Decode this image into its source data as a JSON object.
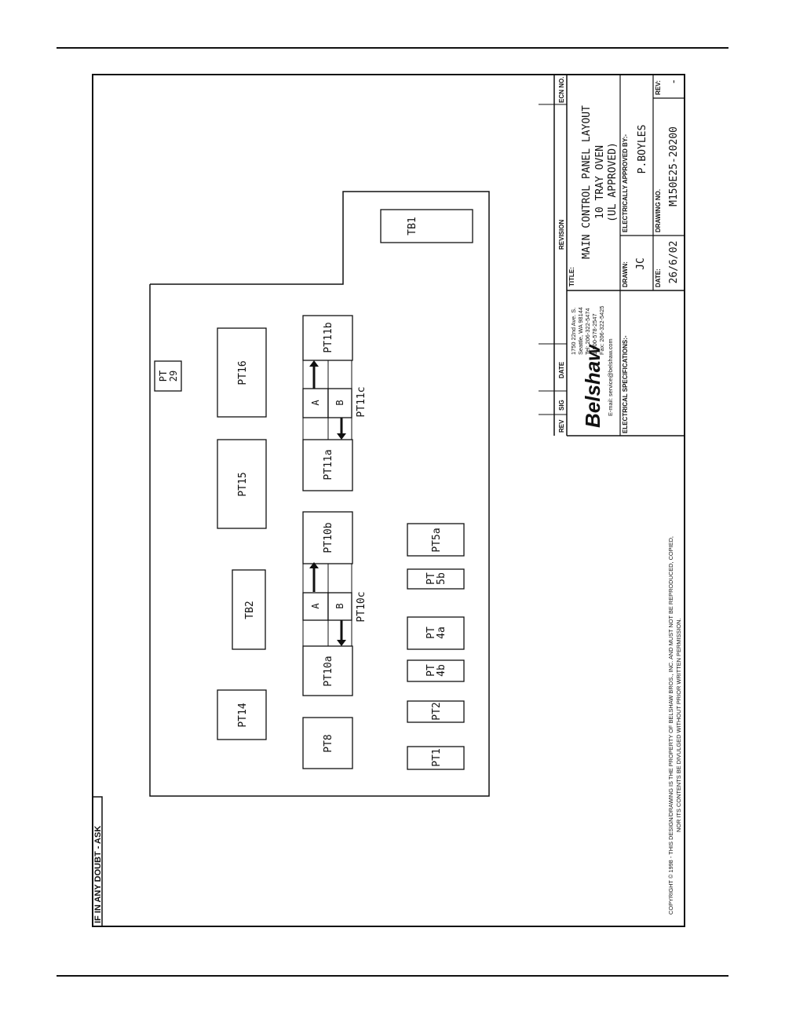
{
  "warning": "IF IN ANY DOUBT - ASK",
  "copyright": {
    "line1": "COPYRIGHT © 1998 - THIS DESIGN/DRAWING IS THE PROPERTY OF BELSHAW BROS., INC. AND MUST NOT BE REPRODUCED, COPIED,",
    "line2": "NOR ITS CONTENTS BE DIVULGED WITHOUT PRIOR WRITTEN PERMISSION."
  },
  "components": {
    "pt1": "PT1",
    "pt2": "PT2",
    "pt4b_a": "PT",
    "pt4b_b": "4b",
    "pt4a_a": "PT",
    "pt4a_b": "4a",
    "pt5b_a": "PT",
    "pt5b_b": "5b",
    "pt5a": "PT5a",
    "pt8": "PT8",
    "pt10a": "PT10a",
    "pt10b": "PT10b",
    "pt10c": "PT10c",
    "pt11a": "PT11a",
    "pt11b": "PT11b",
    "pt11c": "PT11c",
    "pt14": "PT14",
    "tb2": "TB2",
    "pt15": "PT15",
    "pt16": "PT16",
    "pt29_a": "PT",
    "pt29_b": "29",
    "tb1": "TB1",
    "contact_a": "A",
    "contact_b": "B"
  },
  "revision_table": {
    "rev": "REV",
    "sig": "SIG",
    "date": "DATE",
    "revision": "REVISION",
    "ecn": "ECN NO."
  },
  "company": {
    "logo": "Belshaw",
    "address1": "1750 22nd Ave. S.",
    "address2": "Seattle, WA 98144",
    "tel": "Tel: 206-322-5474",
    "tollfree": "1-800-578-2547",
    "fax": "Fax: 206-322-5425",
    "email": "E-mail: service@belshaw.com",
    "elec_spec": "ELECTRICAL SPECIFICATIONS:-"
  },
  "title_block": {
    "title_label": "TITLE:",
    "title_line1": "MAIN CONTROL PANEL LAYOUT",
    "title_line2": "10 TRAY OVEN",
    "title_line3": "(UL APPROVED)",
    "drawn_label": "DRAWN:",
    "drawn_value": "JC",
    "approved_label": "ELECTRICALLY APPROVED BY:-",
    "approved_value": "P.BOYLES",
    "date_label": "DATE:",
    "date_value": "26/6/02",
    "drawing_no_label": "DRAWING NO.",
    "drawing_no_value": "M150E25-20200",
    "rev_label": "REV:",
    "rev_value": "-"
  }
}
